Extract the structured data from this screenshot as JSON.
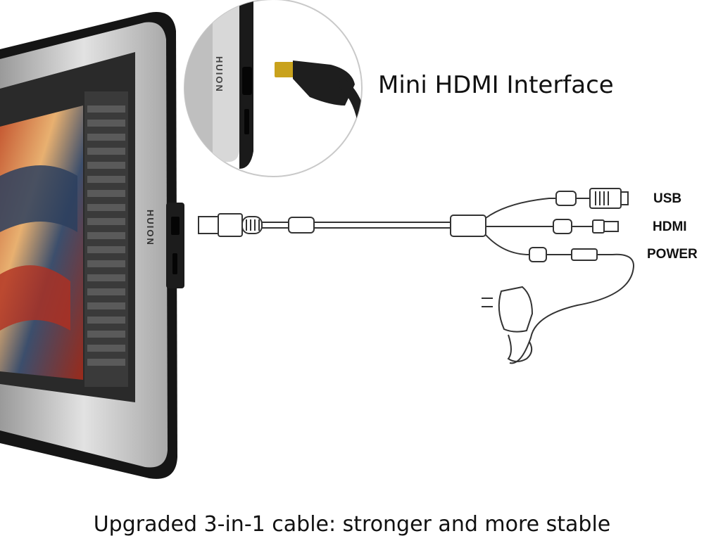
{
  "callout": {
    "title": "Mini HDMI Interface"
  },
  "device": {
    "brand": "HUION"
  },
  "cable": {
    "branches": [
      {
        "label": "USB"
      },
      {
        "label": "HDMI"
      },
      {
        "label": "POWER"
      }
    ]
  },
  "caption": {
    "text": "Upgraded 3-in-1 cable: stronger and more stable"
  },
  "colors": {
    "bezel_dark": "#141414",
    "frame_silver": "#b8b8b8",
    "connector_gold": "#c9a21c",
    "cable_outline": "#333333"
  }
}
